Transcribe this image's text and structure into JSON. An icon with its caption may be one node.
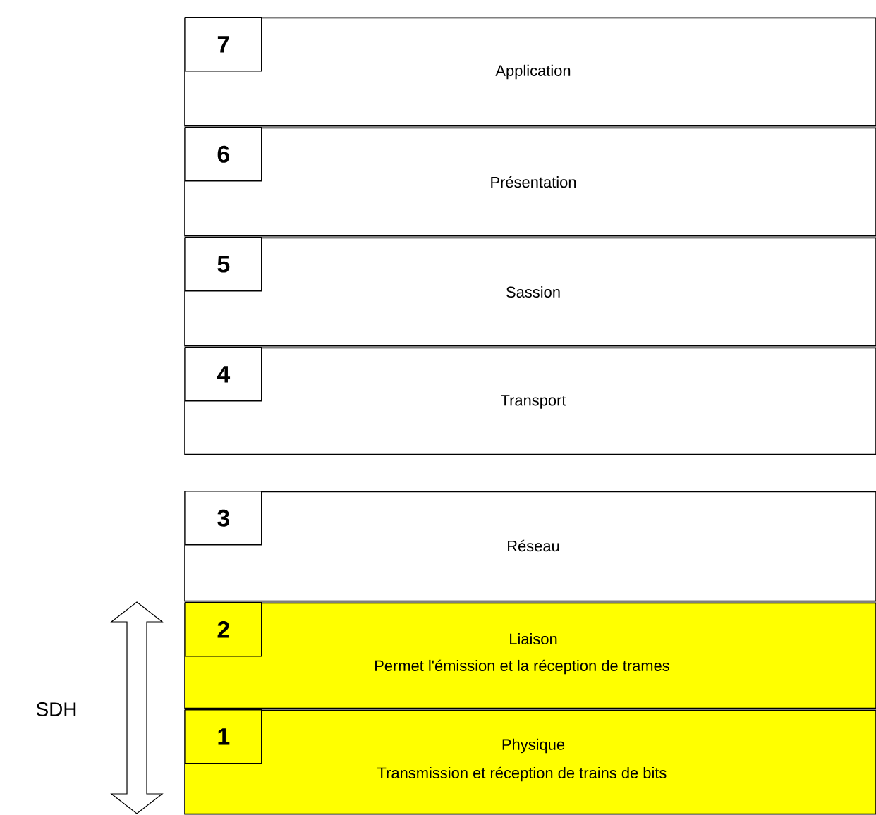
{
  "diagram": {
    "nodes": [
      {
        "text": [
          "Application"
        ]
      },
      {
        "text": [
          "7"
        ],
        "in": 0
      },
      {
        "text": [
          "Présentation"
        ]
      },
      {
        "text": [
          "6"
        ],
        "in": 2
      },
      {
        "text": [
          "Sassion"
        ]
      },
      {
        "text": [
          "5"
        ],
        "in": 4
      },
      {
        "text": [
          "Transport"
        ]
      },
      {
        "text": [
          "4"
        ],
        "in": 6
      },
      {
        "text": [
          "Réseau"
        ]
      },
      {
        "text": [
          "3"
        ],
        "in": 8
      },
      {
        "text": [
          "Liaison",
          "Permet l'émission et la réception de trames"
        ]
      },
      {
        "text": [
          "2"
        ],
        "in": 10
      },
      {
        "text": [
          "Physique",
          "Transmission et réception de trains de bits"
        ]
      },
      {
        "text": [
          "1"
        ],
        "in": 12
      }
    ],
    "labels": [
      "SDH"
    ]
  }
}
